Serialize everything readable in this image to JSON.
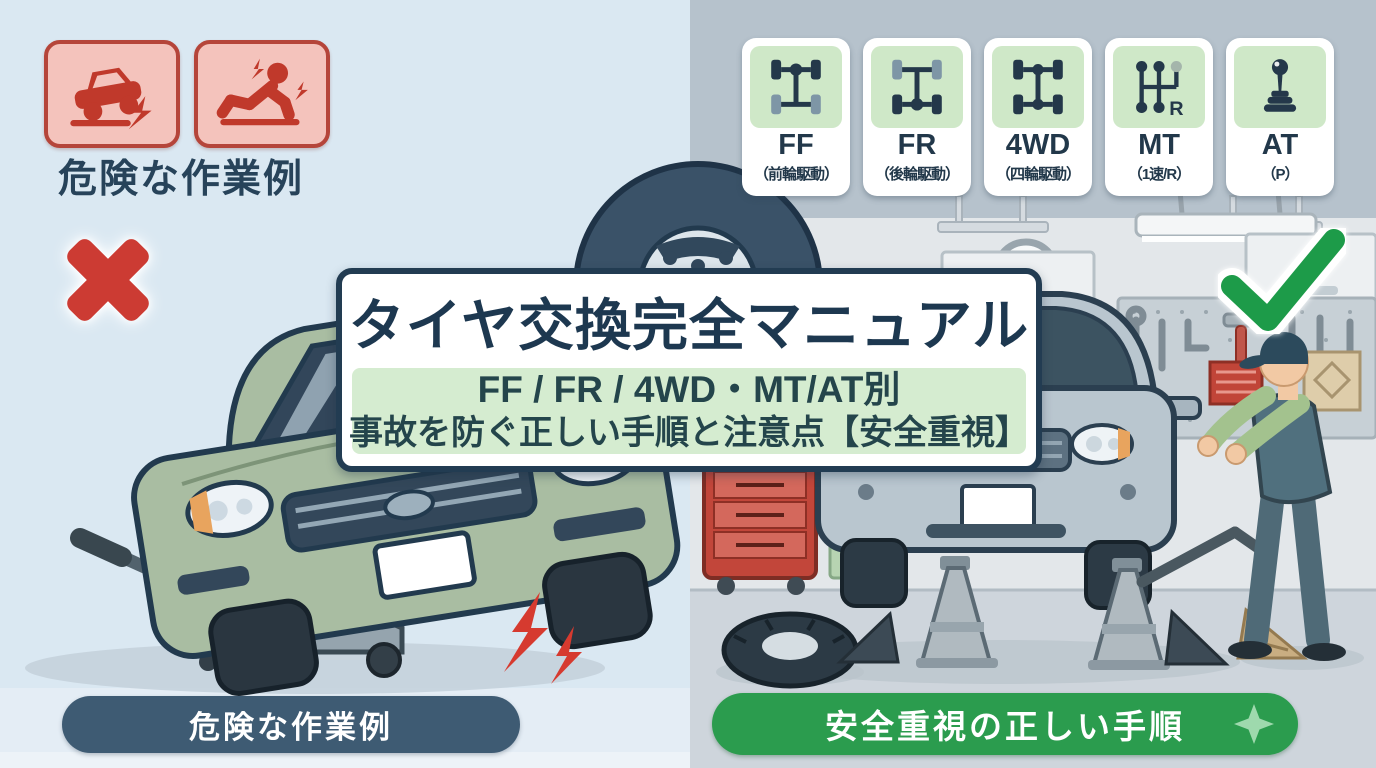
{
  "title_banner": {
    "title": "タイヤ交換完全マニュアル",
    "subtitle_line1": "FF / FR / 4WD・MT/AT別",
    "subtitle_line2": "事故を防ぐ正しい手順と注意点【安全重視】"
  },
  "left_panel": {
    "heading": "危険な作業例",
    "bottom_label": "危険な作業例",
    "danger_icons": [
      "car-tip-accident-icon",
      "person-injury-icon"
    ],
    "x_mark_icon": "x-mark-icon"
  },
  "right_panel": {
    "bottom_label": "安全重視の正しい手順",
    "check_icon": "check-mark-icon",
    "sparkle_icon": "sparkle-icon",
    "drivetrain_badges": [
      {
        "label": "FF",
        "sub": "（前輪駆動）",
        "icon": "ff-chassis-icon"
      },
      {
        "label": "FR",
        "sub": "（後輪駆動）",
        "icon": "fr-chassis-icon"
      },
      {
        "label": "4WD",
        "sub": "（四輪駆動）",
        "icon": "4wd-chassis-icon"
      },
      {
        "label": "MT",
        "sub": "（1速/R）",
        "icon": "mt-shift-pattern-icon",
        "icon_r_label": "R"
      },
      {
        "label": "AT",
        "sub": "（P）",
        "icon": "at-shift-lever-icon"
      }
    ]
  },
  "colors": {
    "left_background": "#dae8f2",
    "right_background_top": "#b6c2cc",
    "right_wall": "#e3e7ea",
    "right_floor": "#ced5dc",
    "danger_red": "#c0392b",
    "danger_badge_bg": "#f4c3bc",
    "danger_badge_border": "#b5453a",
    "x_mark_red": "#cc3b33",
    "check_green": "#1d9b49",
    "pill_navy": "#3e5b73",
    "pill_green": "#2b9c4e",
    "sparkle_green": "#9ed9ad",
    "banner_border_navy": "#223c52",
    "banner_title_navy": "#1d3850",
    "banner_subtitle_bg": "#d5ecd0",
    "banner_subtitle_text": "#24454b",
    "badge_icon_bg": "#cfe8c8",
    "badge_text_navy": "#22384a",
    "left_car_green": "#a9bda2",
    "right_car_gray": "#b9c6cf"
  }
}
